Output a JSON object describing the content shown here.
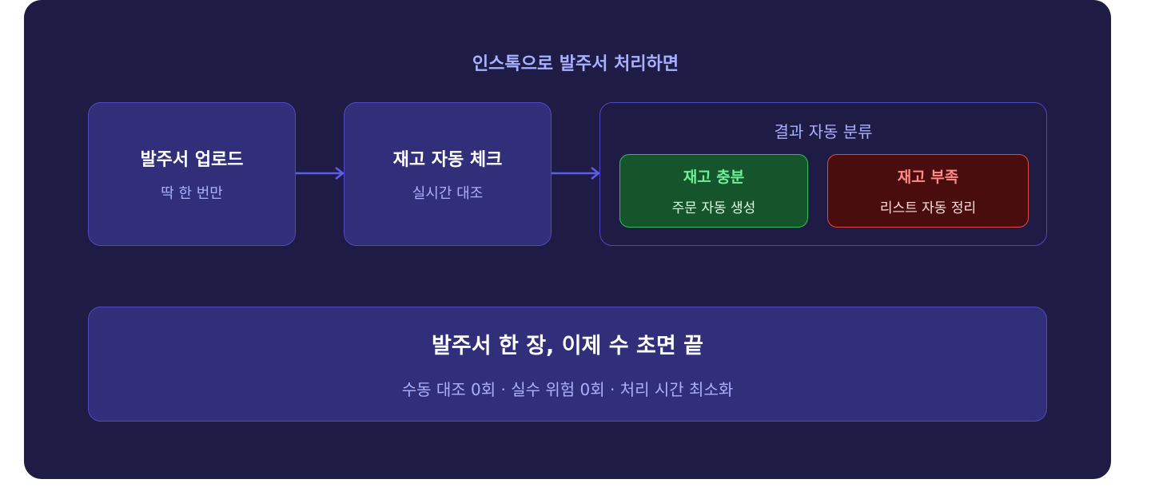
{
  "heading": "인스톡으로 발주서 처리하면",
  "steps": [
    {
      "title": "발주서 업로드",
      "subtitle": "딱 한 번만"
    },
    {
      "title": "재고 자동 체크",
      "subtitle": "실시간 대조"
    }
  ],
  "result": {
    "title": "결과 자동 분류",
    "sufficient": {
      "title": "재고 충분",
      "subtitle": "주문 자동 생성",
      "color": "#16552c"
    },
    "insufficient": {
      "title": "재고 부족",
      "subtitle": "리스트 자동 정리",
      "color": "#4a0d0d"
    }
  },
  "summary": {
    "title": "발주서 한 장, 이제 수 초면 끝",
    "subtitle": "수동 대조 0회 · 실수 위험 0회 · 처리 시간 최소화"
  },
  "colors": {
    "background": "#1e1b45",
    "box": "#312e7a",
    "border": "#4f49c4",
    "arrow": "#5f5cf0",
    "accent_text": "#a9b0ff"
  }
}
